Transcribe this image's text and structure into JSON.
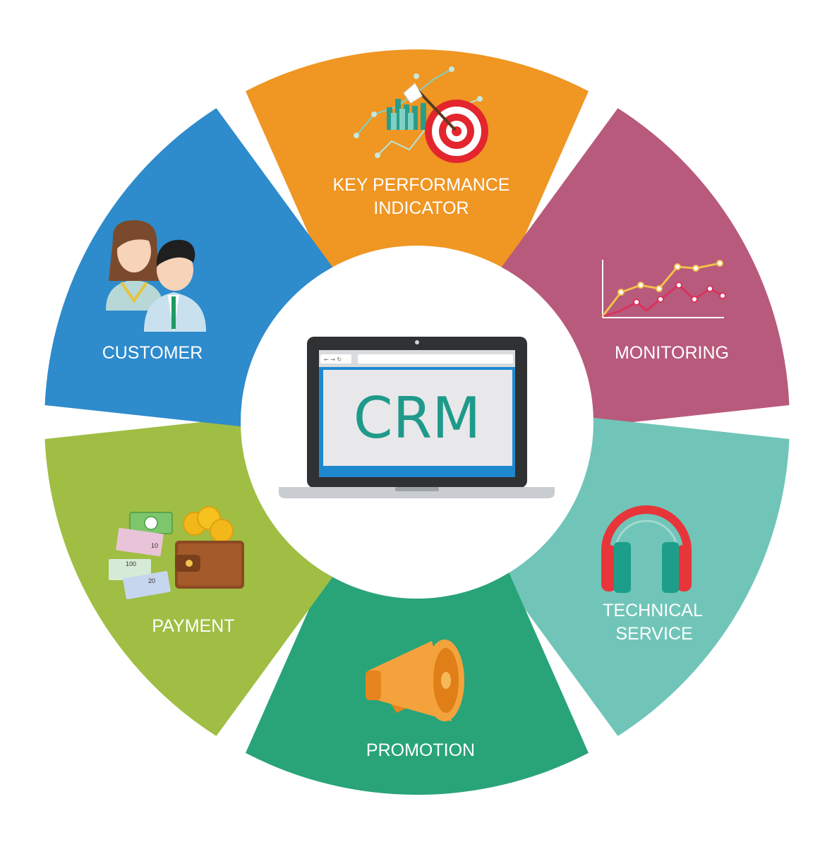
{
  "center": {
    "label": "CRM"
  },
  "segments": [
    {
      "id": "kpi",
      "lines": [
        "KEY PERFORMANCE",
        "INDICATOR"
      ],
      "color": "#ef9623",
      "icon": "target-chart-icon"
    },
    {
      "id": "monitoring",
      "lines": [
        "MONITORING"
      ],
      "color": "#b85a7c",
      "icon": "line-graph-icon"
    },
    {
      "id": "technical-service",
      "lines": [
        "TECHNICAL",
        "SERVICE"
      ],
      "color": "#70c5b8",
      "icon": "headphones-icon"
    },
    {
      "id": "promotion",
      "lines": [
        "PROMOTION"
      ],
      "color": "#29a479",
      "icon": "megaphone-icon"
    },
    {
      "id": "payment",
      "lines": [
        "PAYMENT"
      ],
      "color": "#9fbe43",
      "icon": "wallet-money-icon"
    },
    {
      "id": "customer",
      "lines": [
        "CUSTOMER"
      ],
      "color": "#2e8bcc",
      "icon": "customers-icon"
    }
  ]
}
